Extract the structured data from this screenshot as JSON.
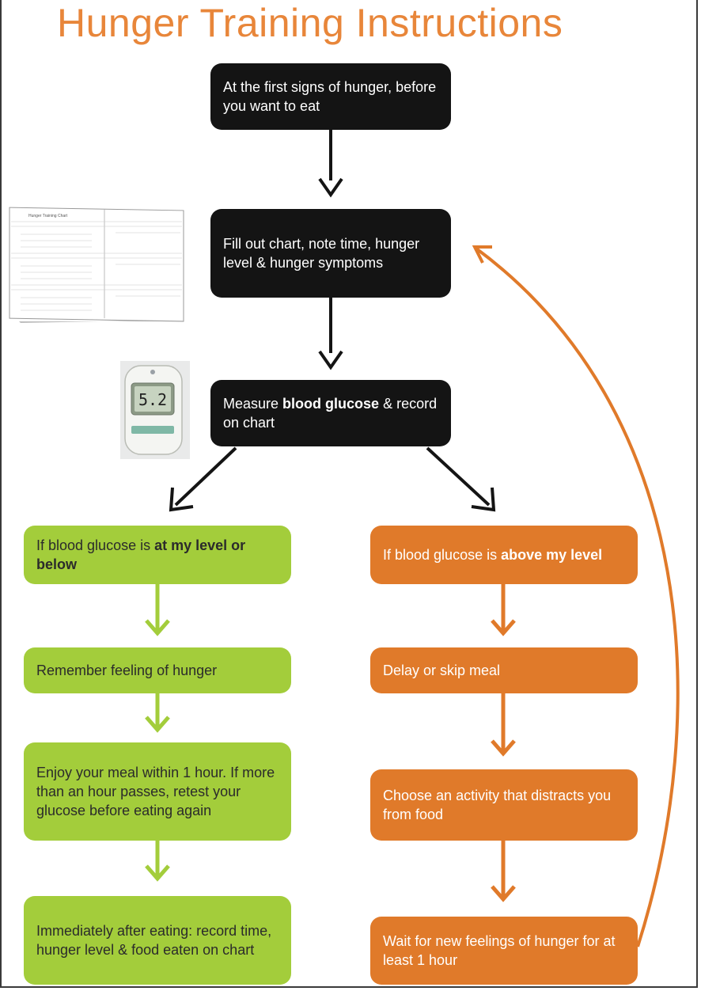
{
  "title": "Hunger Training Instructions",
  "steps": {
    "first_signs": "At the first signs of hunger, before you want to eat",
    "fill_chart": "Fill out chart, note time, hunger level & hunger symptoms",
    "measure_pre": "Measure ",
    "measure_bold": "blood glucose",
    "measure_post": " & record on chart"
  },
  "green_branch": {
    "condition_pre": "If blood glucose is ",
    "condition_bold": "at my level or below",
    "step1": "Remember feeling of hunger",
    "step2": "Enjoy your meal within 1 hour. If more than an hour passes, retest your glucose before eating again",
    "step3": "Immediately after eating: record time, hunger level & food eaten on chart"
  },
  "orange_branch": {
    "condition_pre": "If blood glucose is ",
    "condition_bold": "above my level",
    "step1": "Delay or skip meal",
    "step2": "Choose an activity that distracts you from food",
    "step3": "Wait for new feelings of hunger for at least 1 hour"
  },
  "images": {
    "chart_title": "Hunger Training Chart",
    "meter_reading": "5.2"
  },
  "colors": {
    "black_box": "#141414",
    "green_box": "#a3cd3b",
    "orange_box": "#e07a2a",
    "title": "#e8863a"
  }
}
